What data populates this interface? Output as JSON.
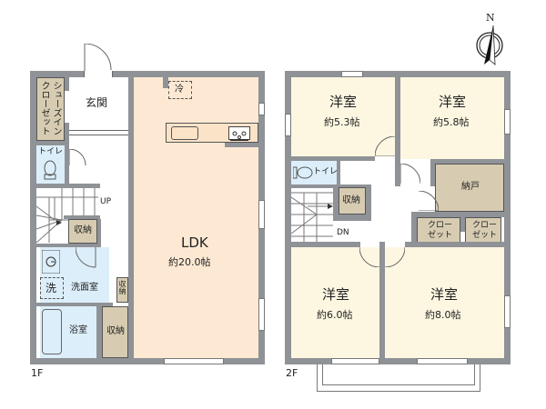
{
  "compass": {
    "north_label": "N"
  },
  "floor1": {
    "label": "1F",
    "rooms": {
      "entrance": {
        "name": "玄関"
      },
      "shoe_closet": {
        "name": "シューズインクローゼット",
        "col1": "クローゼット",
        "col2": "シューズイン"
      },
      "toilet": {
        "name": "トイレ"
      },
      "stairs": {
        "direction": "UP"
      },
      "storage_stair": {
        "name": "収納"
      },
      "washroom": {
        "name": "洗面室"
      },
      "washer": {
        "name": "洗"
      },
      "bathroom": {
        "name": "浴室"
      },
      "storage_small": {
        "name": "収納"
      },
      "storage_large": {
        "name": "収納"
      },
      "ldk": {
        "name": "LDK",
        "area": "約20.0帖"
      },
      "fridge": {
        "name": "冷"
      }
    }
  },
  "floor2": {
    "label": "2F",
    "rooms": {
      "western_nw": {
        "name": "洋室",
        "area": "約5.3帖"
      },
      "western_ne": {
        "name": "洋室",
        "area": "約5.8帖"
      },
      "toilet": {
        "name": "トイレ"
      },
      "storage_hall": {
        "name": "収納"
      },
      "stairs": {
        "direction": "DN"
      },
      "nando": {
        "name": "納戸"
      },
      "closet_a": {
        "line1": "クロー",
        "line2": "ゼット"
      },
      "closet_b": {
        "line1": "クロー",
        "line2": "ゼット"
      },
      "western_sw": {
        "name": "洋室",
        "area": "約6.0帖"
      },
      "western_se": {
        "name": "洋室",
        "area": "約8.0帖"
      }
    }
  },
  "colors": {
    "wall": "#8f9296",
    "ldk": "#fde9d3",
    "western_room": "#fdf7e1",
    "wet_area": "#dceefa",
    "storage": "#d7ccb2"
  }
}
